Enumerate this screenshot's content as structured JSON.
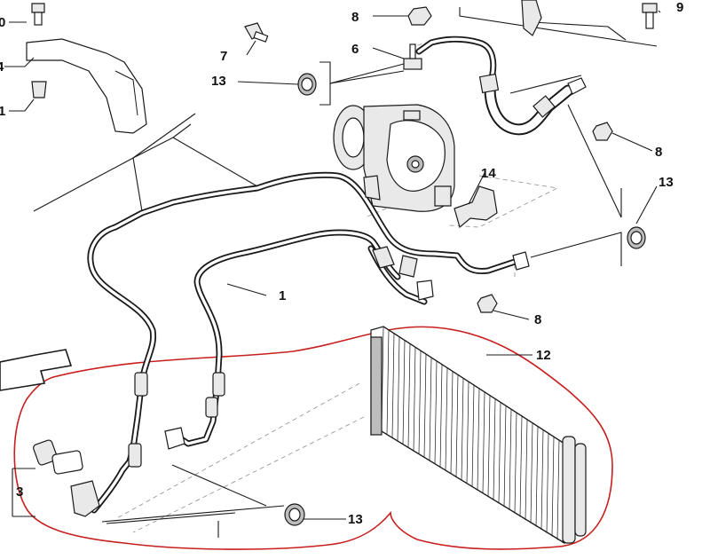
{
  "diagram": {
    "callouts": [
      {
        "id": "0",
        "label": "0"
      },
      {
        "id": "4",
        "label": "4"
      },
      {
        "id": "1a",
        "label": "1"
      },
      {
        "id": "7",
        "label": "7"
      },
      {
        "id": "8a",
        "label": "8"
      },
      {
        "id": "6",
        "label": "6"
      },
      {
        "id": "13a",
        "label": "13"
      },
      {
        "id": "9",
        "label": "9"
      },
      {
        "id": "8b",
        "label": "8"
      },
      {
        "id": "13b",
        "label": "13"
      },
      {
        "id": "14",
        "label": "14"
      },
      {
        "id": "1b",
        "label": "1"
      },
      {
        "id": "8c",
        "label": "8"
      },
      {
        "id": "12",
        "label": "12"
      },
      {
        "id": "3",
        "label": "3"
      },
      {
        "id": "13c",
        "label": "13"
      }
    ],
    "colors": {
      "line": "#1a1a1a",
      "highlight": "#c81e1e",
      "background": "#ffffff"
    }
  }
}
